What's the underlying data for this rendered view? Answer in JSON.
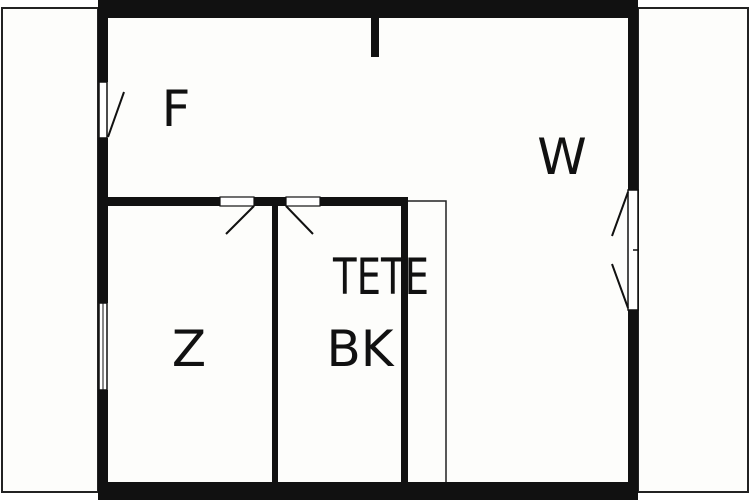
{
  "floor_plan": {
    "rooms": [
      {
        "id": "F",
        "label": "F"
      },
      {
        "id": "W",
        "label": "W"
      },
      {
        "id": "Z",
        "label": "Z"
      },
      {
        "id": "TETE",
        "label": "TETE"
      },
      {
        "id": "BK",
        "label": "BK"
      }
    ],
    "colors": {
      "wall": "#111111",
      "floor": "#fdfdfb",
      "outline": "#222222"
    }
  }
}
